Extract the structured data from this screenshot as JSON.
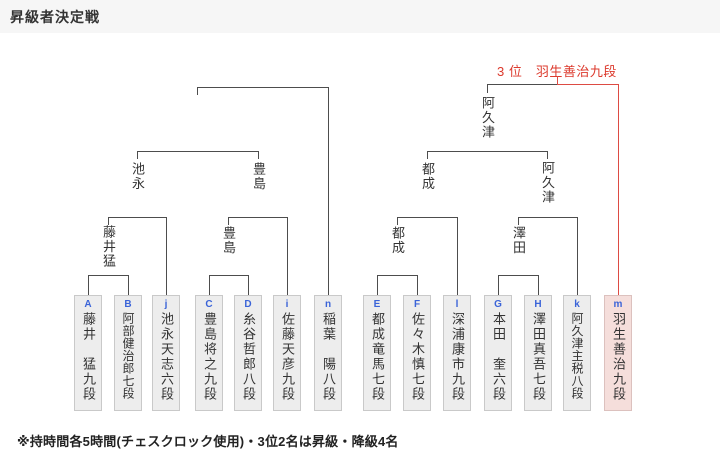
{
  "header": {
    "title": "昇級者決定戦"
  },
  "result": {
    "text": "3 位　羽生善治九段"
  },
  "players": [
    {
      "letter": "A",
      "name": "藤井　猛九段"
    },
    {
      "letter": "B",
      "name": "阿部健治郎七段"
    },
    {
      "letter": "j",
      "name": "池永天志六段"
    },
    {
      "letter": "C",
      "name": "豊島将之九段"
    },
    {
      "letter": "D",
      "name": "糸谷哲郎八段"
    },
    {
      "letter": "i",
      "name": "佐藤天彦九段"
    },
    {
      "letter": "n",
      "name": "稲葉　陽八段"
    },
    {
      "letter": "E",
      "name": "都成竜馬七段"
    },
    {
      "letter": "F",
      "name": "佐々木慎七段"
    },
    {
      "letter": "l",
      "name": "深浦康市九段"
    },
    {
      "letter": "G",
      "name": "本田　奎六段"
    },
    {
      "letter": "H",
      "name": "澤田真吾七段"
    },
    {
      "letter": "k",
      "name": "阿久津主税八段"
    },
    {
      "letter": "m",
      "name": "羽生善治九段",
      "highlight": true
    }
  ],
  "advancers": {
    "round1": {
      "ab": "藤井猛",
      "cd": "豊島",
      "ef": "都成",
      "gh": "澤田"
    },
    "round2": {
      "left1": "池永",
      "left2": "豊島",
      "right1": "都成",
      "right2": "阿久津"
    },
    "semifinal": {
      "right": "阿久津"
    }
  },
  "note": {
    "text": "※持時間各5時間(チェスクロック使用)・3位2名は昇級・降級4名"
  },
  "colors": {
    "line": "#4d4d4d",
    "accent_red": "#dd4b43",
    "letter_blue": "#3b64d8",
    "box_bg": "#ededed",
    "highlight_bg": "#f5dedb"
  }
}
